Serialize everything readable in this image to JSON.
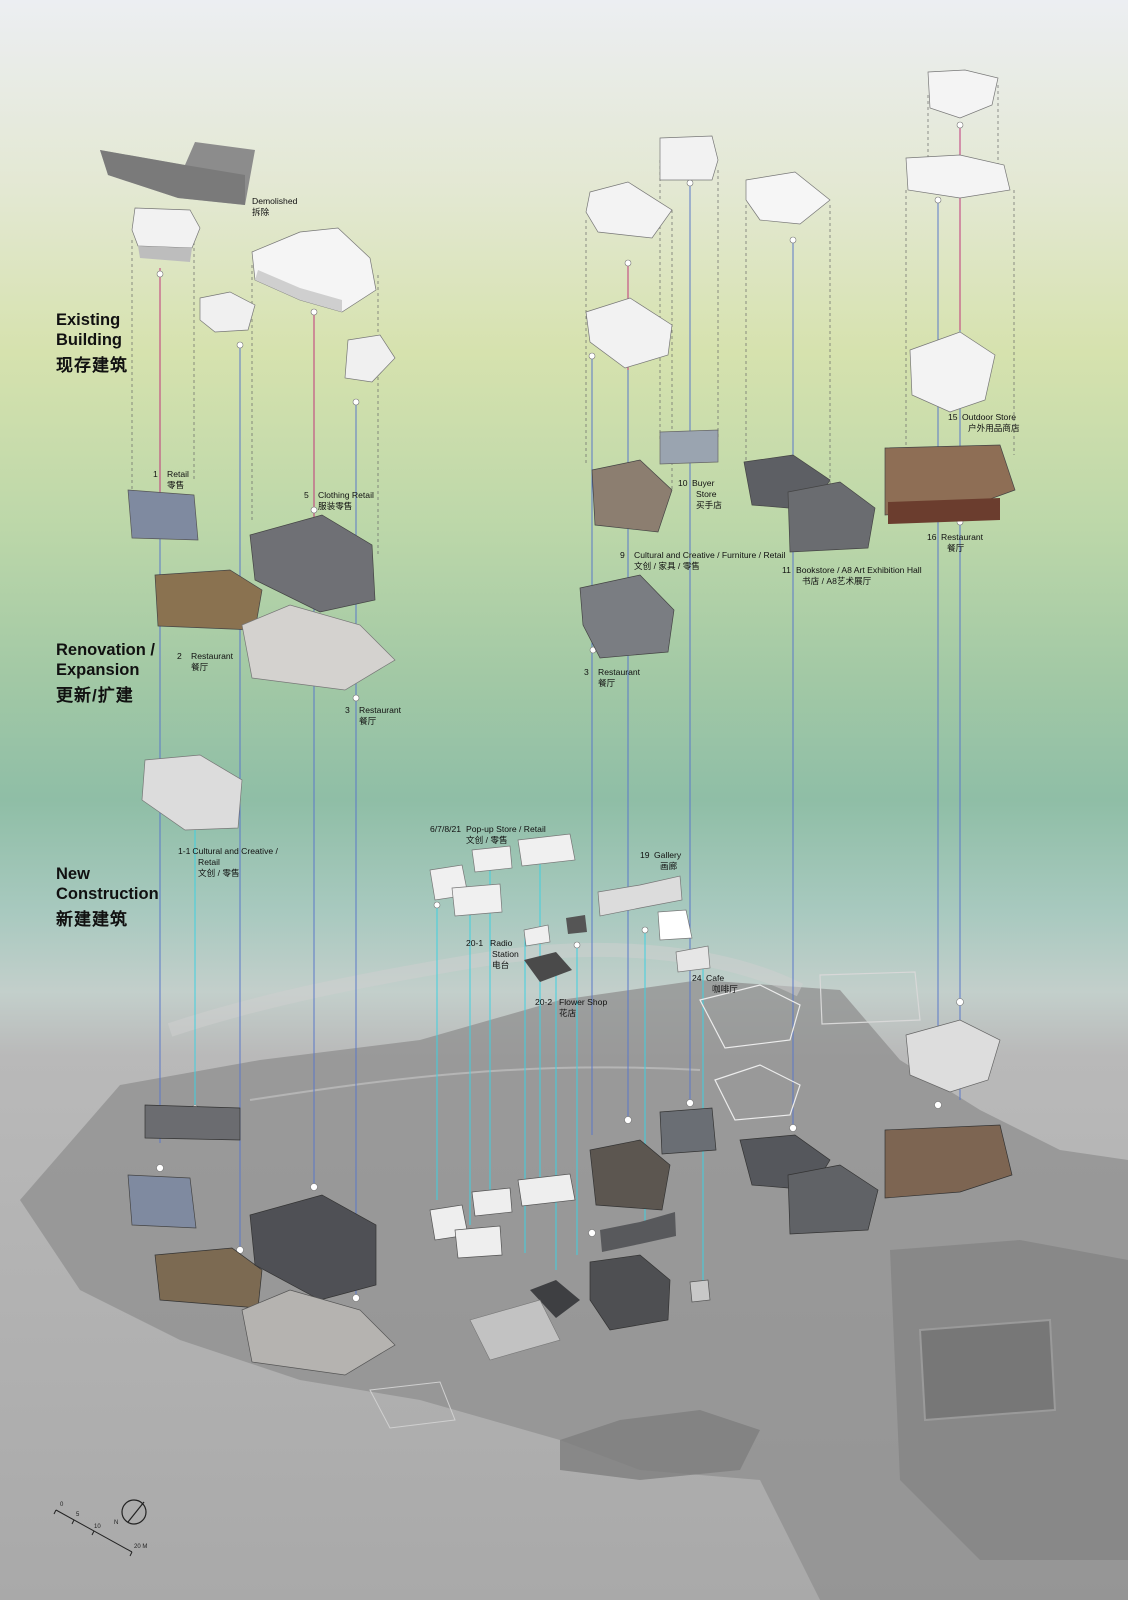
{
  "categories": {
    "existing": {
      "en1": "Existing",
      "en2": "Building",
      "zh": "现存建筑"
    },
    "renovation": {
      "en1": "Renovation /",
      "en2": "Expansion",
      "zh": "更新/扩建"
    },
    "new": {
      "en1": "New",
      "en2": "Construction",
      "zh": "新建建筑"
    }
  },
  "labels": {
    "demolished": {
      "en": "Demolished",
      "zh": "拆除"
    },
    "b1": {
      "num": "1",
      "en": "Retail",
      "zh": "零售"
    },
    "b2": {
      "num": "2",
      "en": "Restaurant",
      "zh": "餐厅"
    },
    "b3a": {
      "num": "3",
      "en": "Restaurant",
      "zh": "餐厅"
    },
    "b3b": {
      "num": "3",
      "en": "Restaurant",
      "zh": "餐厅"
    },
    "b5": {
      "num": "5",
      "en": "Clothing Retail",
      "zh": "服装零售"
    },
    "b9": {
      "num": "9",
      "en": "Cultural and Creative / Furniture / Retail",
      "zh": "文创 / 家具 / 零售"
    },
    "b10": {
      "num": "10",
      "en1": "Buyer",
      "en2": "Store",
      "zh": "买手店"
    },
    "b11": {
      "num": "11",
      "en": "Bookstore / A8 Art Exhibition Hall",
      "zh": "书店 / A8艺术展厅"
    },
    "b15": {
      "num": "15",
      "en": "Outdoor Store",
      "zh": "户外用品商店"
    },
    "b16": {
      "num": "16",
      "en": "Restaurant",
      "zh": "餐厅"
    },
    "b11n": {
      "num": "1-1",
      "en1": "Cultural and Creative /",
      "en2": "Retail",
      "zh": "文创 / 零售"
    },
    "popup": {
      "num": "6/7/8/21",
      "en": "Pop-up Store / Retail",
      "zh": "文创 / 零售"
    },
    "b19": {
      "num": "19",
      "en": "Gallery",
      "zh": "画廊"
    },
    "b201": {
      "num": "20-1",
      "en1": "Radio",
      "en2": "Station",
      "zh": "电台"
    },
    "b202": {
      "num": "20-2",
      "en": "Flower Shop",
      "zh": "花店"
    },
    "b24": {
      "num": "24",
      "en": "Cafe",
      "zh": "咖啡厅"
    }
  },
  "scale_bar": {
    "ticks": [
      "0",
      "5",
      "10",
      "20 M"
    ],
    "north": "N"
  },
  "colors": {
    "magenta": "#c0367a",
    "blue": "#5a78c8",
    "cyan": "#3fd0e0",
    "dashed": "#666666"
  }
}
